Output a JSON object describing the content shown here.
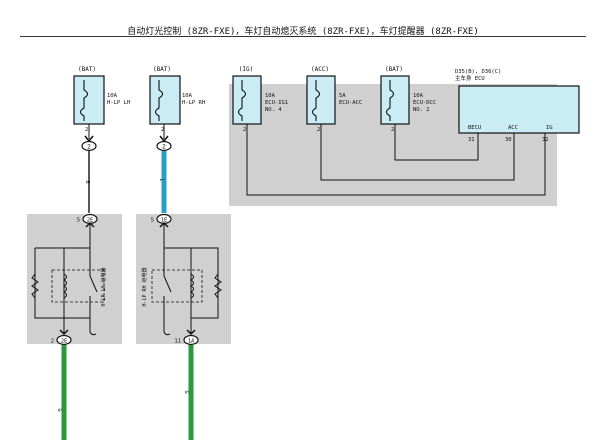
{
  "title": "自动灯光控制 (8ZR-FXE)，车灯自动熄灭系统 (8ZR-FXE)，车灯提醒器 (8ZR-FXE)",
  "fuses": [
    {
      "id": "hlp-lh",
      "source": "(BAT)",
      "amp": "10A",
      "name": "H-LP LH",
      "pin": "2"
    },
    {
      "id": "hlp-rh",
      "source": "(BAT)",
      "amp": "10A",
      "name": "H-LP RH",
      "pin": "2"
    },
    {
      "id": "ecu-ig1",
      "source": "(IG)",
      "amp": "10A",
      "name": "ECU-IG1",
      "name2": "NO. 4",
      "pin": "2"
    },
    {
      "id": "ecu-acc",
      "source": "(ACC)",
      "amp": "5A",
      "name": "ECU-ACC",
      "pin": "2"
    },
    {
      "id": "ecu-dcc",
      "source": "(BAT)",
      "amp": "10A",
      "name": "ECU-DCC",
      "name2": "NO. 2",
      "pin": "2"
    }
  ],
  "ecu": {
    "label1": "D35(B), D36(C)",
    "label2": "主车身 ECU",
    "pins": [
      {
        "name": "BECU",
        "num": "31"
      },
      {
        "name": "ACC",
        "num": "30"
      },
      {
        "name": "IG",
        "num": "32"
      }
    ]
  },
  "connectors": {
    "c1_top": "2",
    "c2_top": "2",
    "c1_relay": "5",
    "c1_relay_conn": "2E",
    "c2_relay": "5",
    "c2_relay_conn": "1E",
    "c1_bottom": "2",
    "c1_bottom_conn": "2E",
    "c2_bottom": "11",
    "c2_bottom_conn": "1A"
  },
  "wire_labels": {
    "w1": "B",
    "w2": "L",
    "w3": "G",
    "w4": "G"
  },
  "relays": {
    "lh": "H-LP LH 继电器",
    "rh": "H-LP RH 继电器"
  },
  "colors": {
    "blue_wire": "#2a9ec4",
    "green_wire": "#2c9a3c",
    "gray_area": "#d0d0d0",
    "ecu_fill": "#c9ecf5"
  }
}
